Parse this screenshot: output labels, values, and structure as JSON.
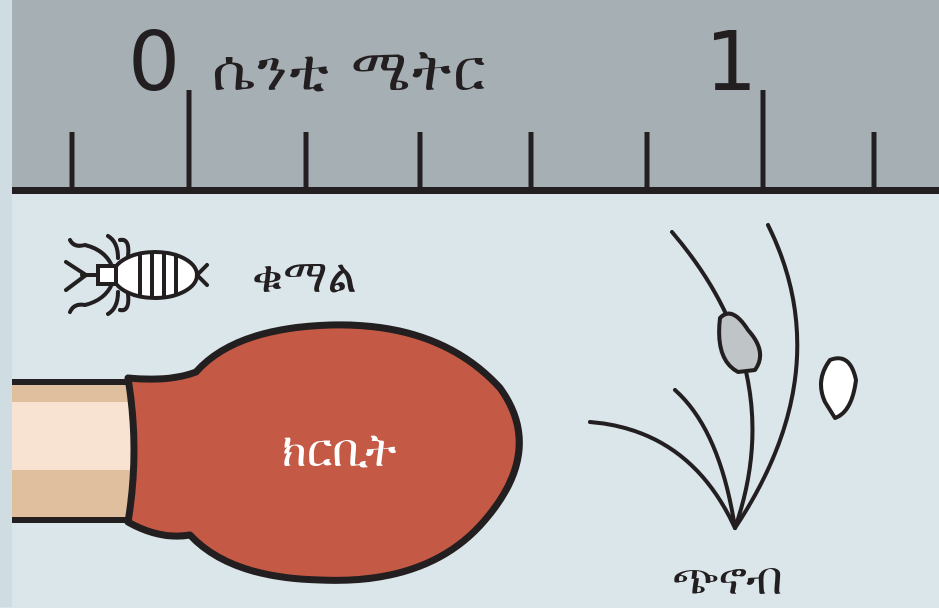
{
  "ruler": {
    "zero_label": "0",
    "one_label": "1",
    "unit_label": "ሴንቲ ሜትር"
  },
  "labels": {
    "louse": "ቁማል",
    "matchhead": "ክርቢት",
    "nit": "ጭኖብ"
  },
  "colors": {
    "background": "#dbe6ea",
    "ruler": "#a6b0b4",
    "matchhead": "#c45a45",
    "matchstick": "#f8e3d2",
    "outline": "#231f20"
  },
  "icons": [
    "louse-icon",
    "matchstick-icon",
    "hair-with-nits-icon"
  ]
}
